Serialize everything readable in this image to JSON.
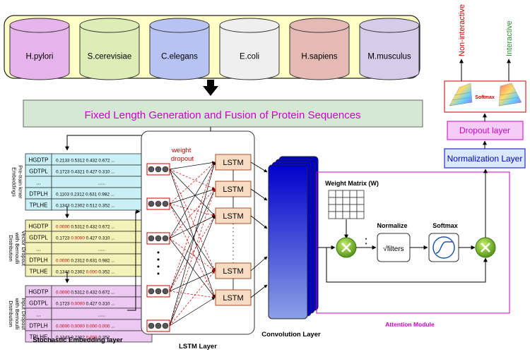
{
  "datasets": [
    "H.pylori",
    "S.cerevisiae",
    "C.elegans",
    "E.coli",
    "H.sapiens",
    "M.musculus"
  ],
  "dataset_colors": [
    "#e6b3ea",
    "#dcedb5",
    "#b8c2f3",
    "#efefef",
    "#e5b9b4",
    "#d6cbe8"
  ],
  "fusion_label": "Fixed Length Generation and Fusion of Protein Sequences",
  "embedding_tables": [
    {
      "caption": "Pre-train kmer Embeddings",
      "color": "#c9f1f5",
      "rows": [
        {
          "kmer": "HGDTP",
          "vals": [
            "0.2133",
            "0.5312",
            "0.432",
            "0.672",
            "..."
          ],
          "red": []
        },
        {
          "kmer": "GDTPL",
          "vals": [
            "0.1723",
            "0.4321",
            "0.427",
            "0.310",
            "..."
          ],
          "red": []
        },
        {
          "kmer": "...",
          "vals": [
            "......"
          ],
          "red": []
        },
        {
          "kmer": "DTPLH",
          "vals": [
            "0.1103",
            "0.2312",
            "0.631",
            "0.982",
            "..."
          ],
          "red": []
        },
        {
          "kmer": "TPLHE",
          "vals": [
            "0.1343",
            "0.2302",
            "0.512",
            "0.352",
            "..."
          ],
          "red": []
        }
      ]
    },
    {
      "caption": "Vector Dropout with Bernoulli Distribution",
      "color": "#f4f2b8",
      "rows": [
        {
          "kmer": "HGDTP",
          "vals": [
            "0.0000",
            "0.5312",
            "0.432",
            "0.672",
            "..."
          ],
          "red": [
            0
          ]
        },
        {
          "kmer": "GDTPL",
          "vals": [
            "0.1723",
            "0.0000",
            "0.427",
            "0.310",
            "..."
          ],
          "red": [
            1
          ]
        },
        {
          "kmer": "...",
          "vals": [
            "......"
          ],
          "red": []
        },
        {
          "kmer": "DTPLH",
          "vals": [
            "0.0000",
            "0.2312",
            "0.631",
            "0.982",
            "..."
          ],
          "red": [
            0
          ]
        },
        {
          "kmer": "TPLHE",
          "vals": [
            "0.1343",
            "0.2302",
            "0.000",
            "0.352",
            "..."
          ],
          "red": [
            2
          ]
        }
      ]
    },
    {
      "caption": "Input Dropout with Bernoulli Distribution",
      "color": "#ecc8f2",
      "rows": [
        {
          "kmer": "HGDTP",
          "vals": [
            "0.0000",
            "0.5312",
            "0.432",
            "0.672",
            "..."
          ],
          "red": [
            0
          ]
        },
        {
          "kmer": "GDTPL",
          "vals": [
            "0.1723",
            "0.0000",
            "0.427",
            "0.310",
            "..."
          ],
          "red": [
            1
          ]
        },
        {
          "kmer": "...",
          "vals": [
            "......"
          ],
          "red": []
        },
        {
          "kmer": "DTPLH",
          "vals": [
            "0.0000",
            "0.0000",
            "0.000",
            "0.000",
            "..."
          ],
          "red": [
            0,
            1,
            2,
            3
          ]
        },
        {
          "kmer": "TPLHE",
          "vals": [
            "0.1343",
            "0.2302",
            "0.000",
            "0.352",
            "..."
          ],
          "red": [
            2
          ]
        }
      ]
    }
  ],
  "stochastic_label": "Stochastic Embedding layer",
  "weight_dropout_label": "weight dropout",
  "lstm_label": "LSTM",
  "lstm_layer_label": "LSTM Layer",
  "convolution_label": "Convolution Layer",
  "weight_matrix_label": "Weight Matrix (W)",
  "normalize_label": "Normalize",
  "filters_label": "√filters",
  "softmax_label": "Softmax",
  "attention_label": "Attention Module",
  "normalization_layer_label": "Normalization Layer",
  "dropout_layer_label": "Dropout layer",
  "output_softmax_label": "Softmax",
  "non_interactive_label": "Non-interactive",
  "interactive_label": "Interactive",
  "colors": {
    "magenta": "#cc00cc",
    "red": "#cc0000",
    "green": "#2f8f2f",
    "fusion_bg": "#d5e8d4",
    "norm_bg": "#dae8fc",
    "dropout_bg": "#f4ccf7",
    "lstm_bg": "#f7dcc3"
  }
}
